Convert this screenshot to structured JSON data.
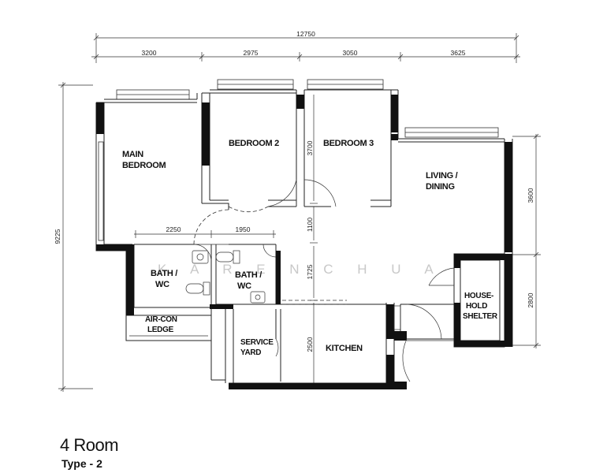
{
  "dimensions": {
    "overall_width": "12750",
    "top_segments": [
      "3200",
      "2975",
      "3050",
      "3625"
    ],
    "overall_height": "9225",
    "right_segments": [
      "3600",
      "2800"
    ],
    "bath_widths": [
      "2250",
      "1950"
    ],
    "bedroom_depth": "3700",
    "corridor": "1100",
    "bath_depth": "1725",
    "kitchen_depth": "2500"
  },
  "rooms": {
    "main_bedroom": [
      "MAIN",
      "BEDROOM"
    ],
    "bedroom2": "BEDROOM 2",
    "bedroom3": "BEDROOM 3",
    "living_dining": [
      "LIVING /",
      "DINING"
    ],
    "bath1": [
      "BATH  /",
      "WC"
    ],
    "bath2": [
      "BATH  /",
      "WC"
    ],
    "aircon_ledge": [
      "AIR-CON",
      "LEDGE"
    ],
    "service_yard": [
      "SERVICE",
      "YARD"
    ],
    "kitchen": "KITCHEN",
    "household_shelter": [
      "HOUSE-",
      "HOLD",
      "SHELTER"
    ]
  },
  "watermark": "K A R E N   C H U A",
  "plan_title": "4 Room",
  "plan_type": "Type - 2"
}
